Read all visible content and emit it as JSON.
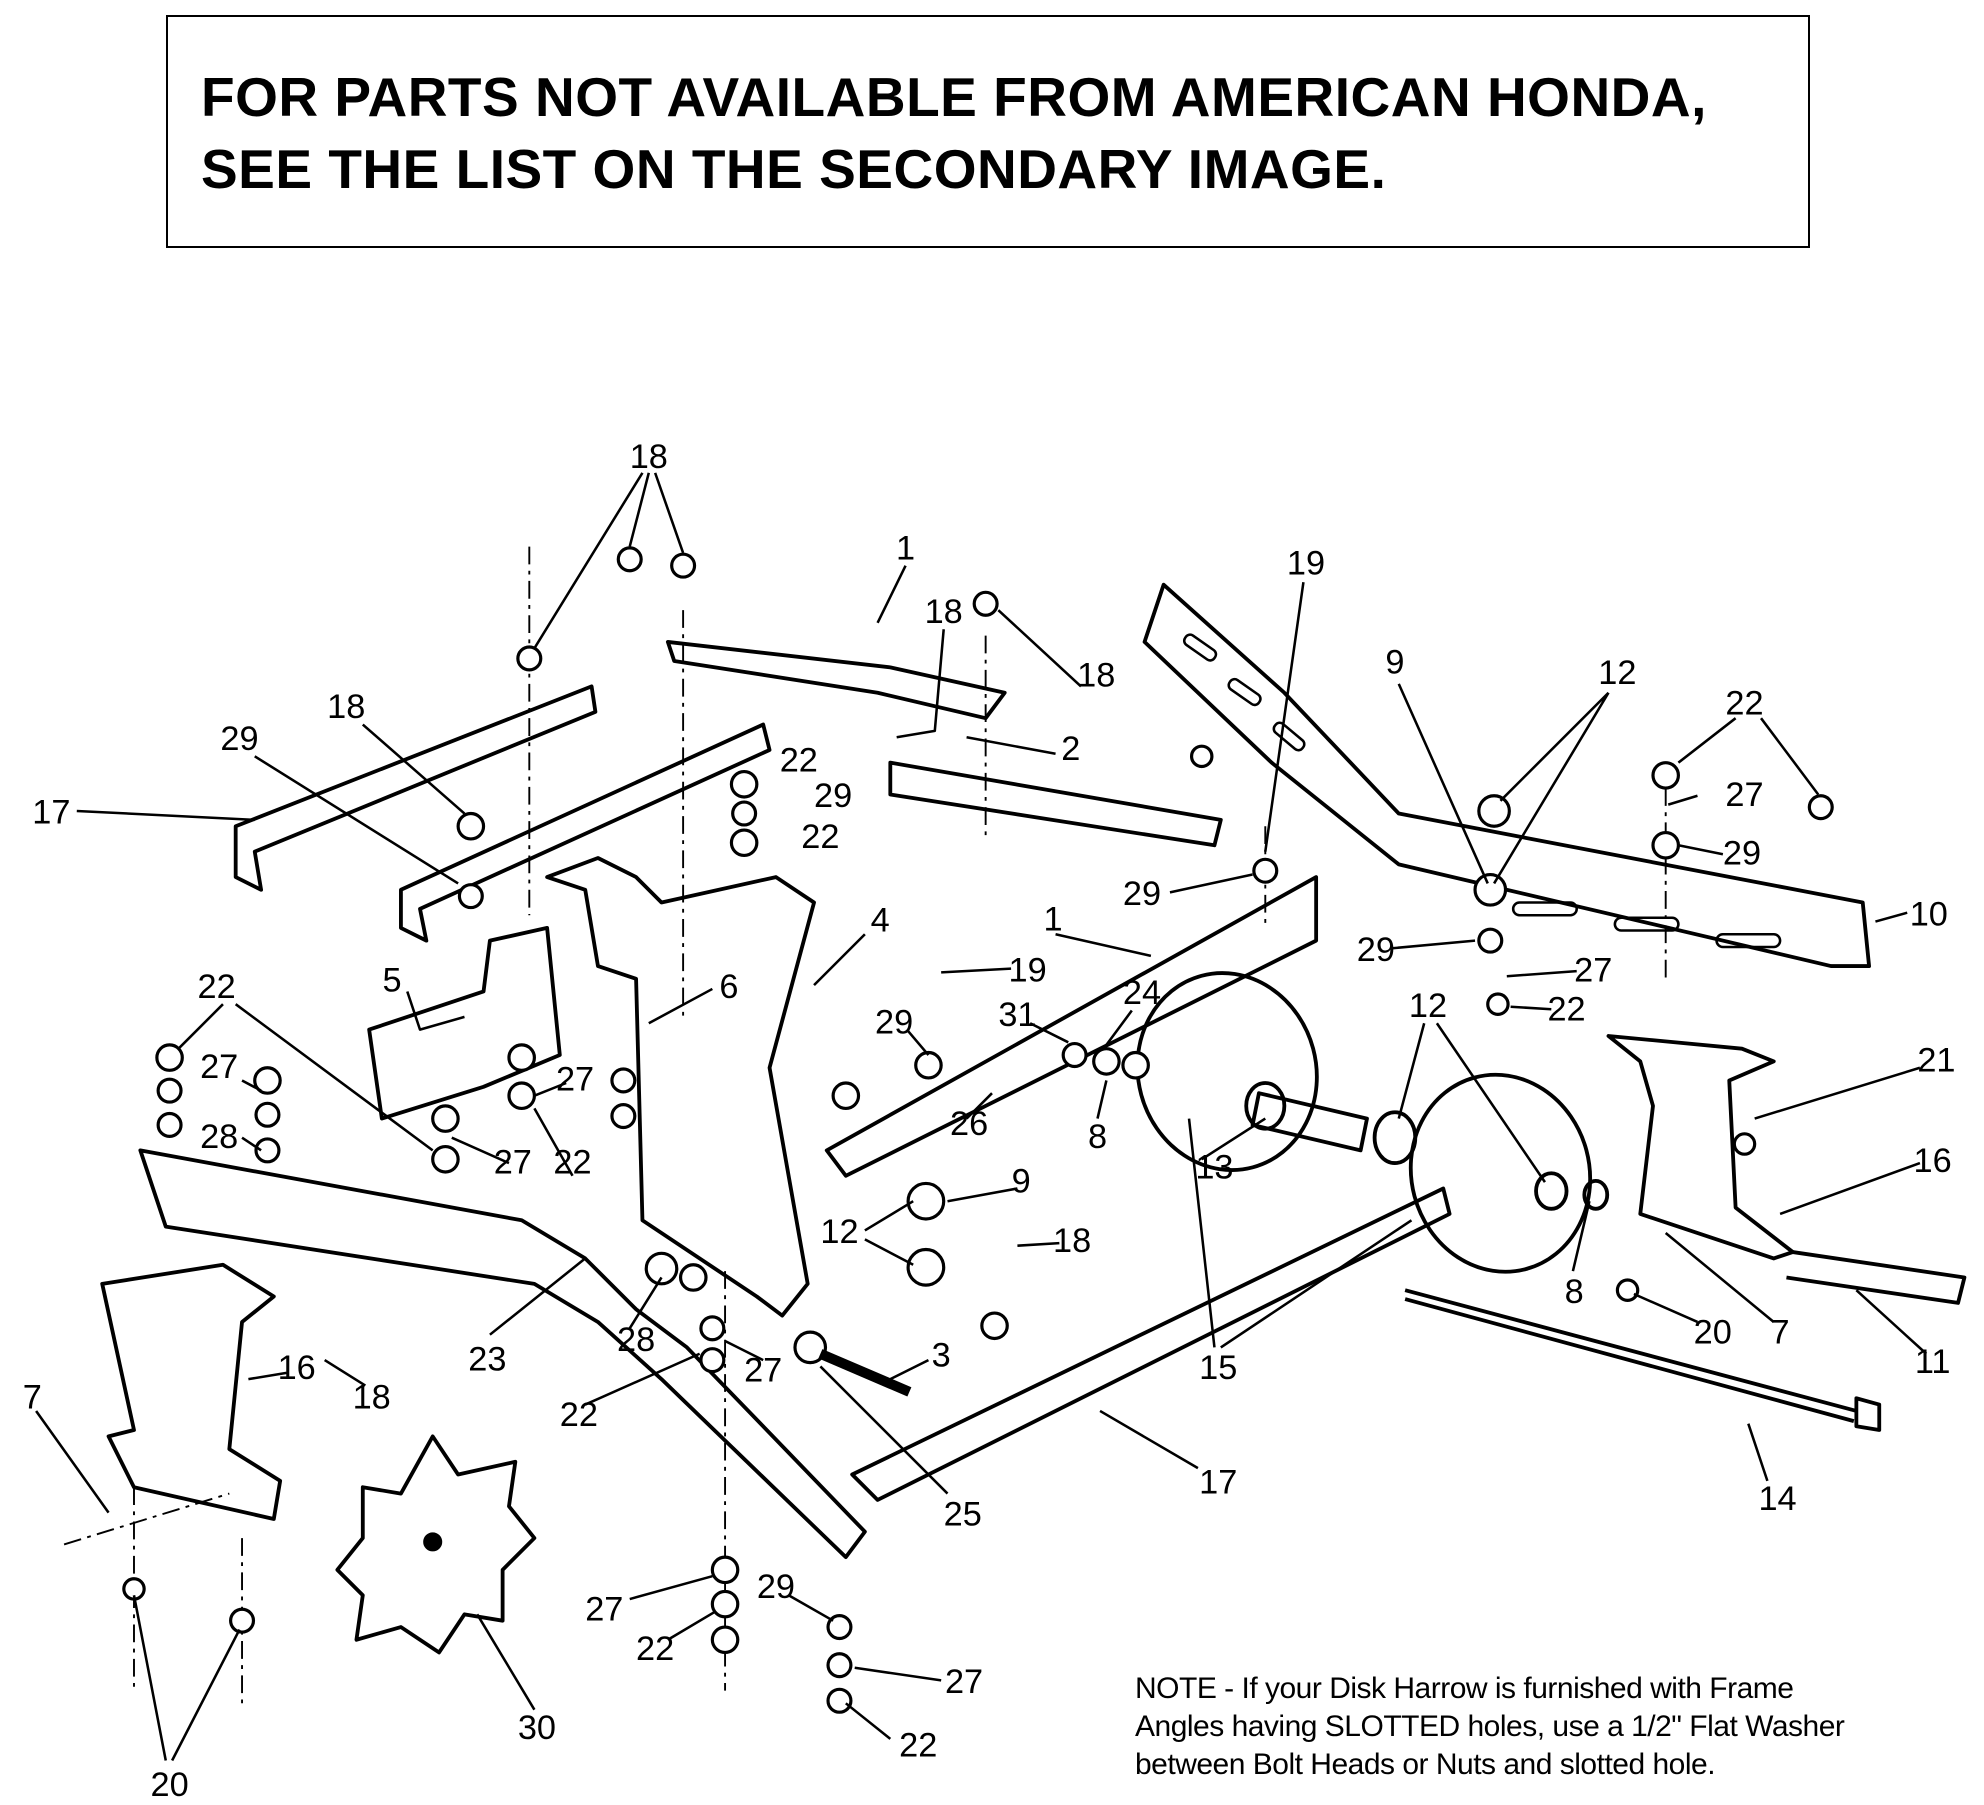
{
  "banner": {
    "line1": "FOR PARTS NOT AVAILABLE FROM AMERICAN HONDA,",
    "line2": "SEE THE LIST ON THE SECONDARY IMAGE."
  },
  "callouts": [
    "18",
    "1",
    "18",
    "18",
    "19",
    "9",
    "12",
    "22",
    "18",
    "29",
    "2",
    "17",
    "22",
    "29",
    "22",
    "27",
    "29",
    "29",
    "10",
    "1",
    "4",
    "19",
    "29",
    "27",
    "22",
    "5",
    "6",
    "31",
    "24",
    "22",
    "12",
    "21",
    "29",
    "27",
    "27",
    "28",
    "26",
    "8",
    "13",
    "27",
    "22",
    "16",
    "9",
    "12",
    "18",
    "23",
    "28",
    "27",
    "3",
    "15",
    "8",
    "20",
    "7",
    "11",
    "16",
    "18",
    "7",
    "22",
    "25",
    "17",
    "14",
    "27",
    "29",
    "22",
    "27",
    "30",
    "22",
    "20"
  ],
  "note": {
    "line1": "NOTE - If your Disk Harrow is furnished with Frame",
    "line2": "Angles having SLOTTED holes, use a 1/2\" Flat Washer",
    "line3": "between Bolt Heads or Nuts and slotted hole."
  }
}
